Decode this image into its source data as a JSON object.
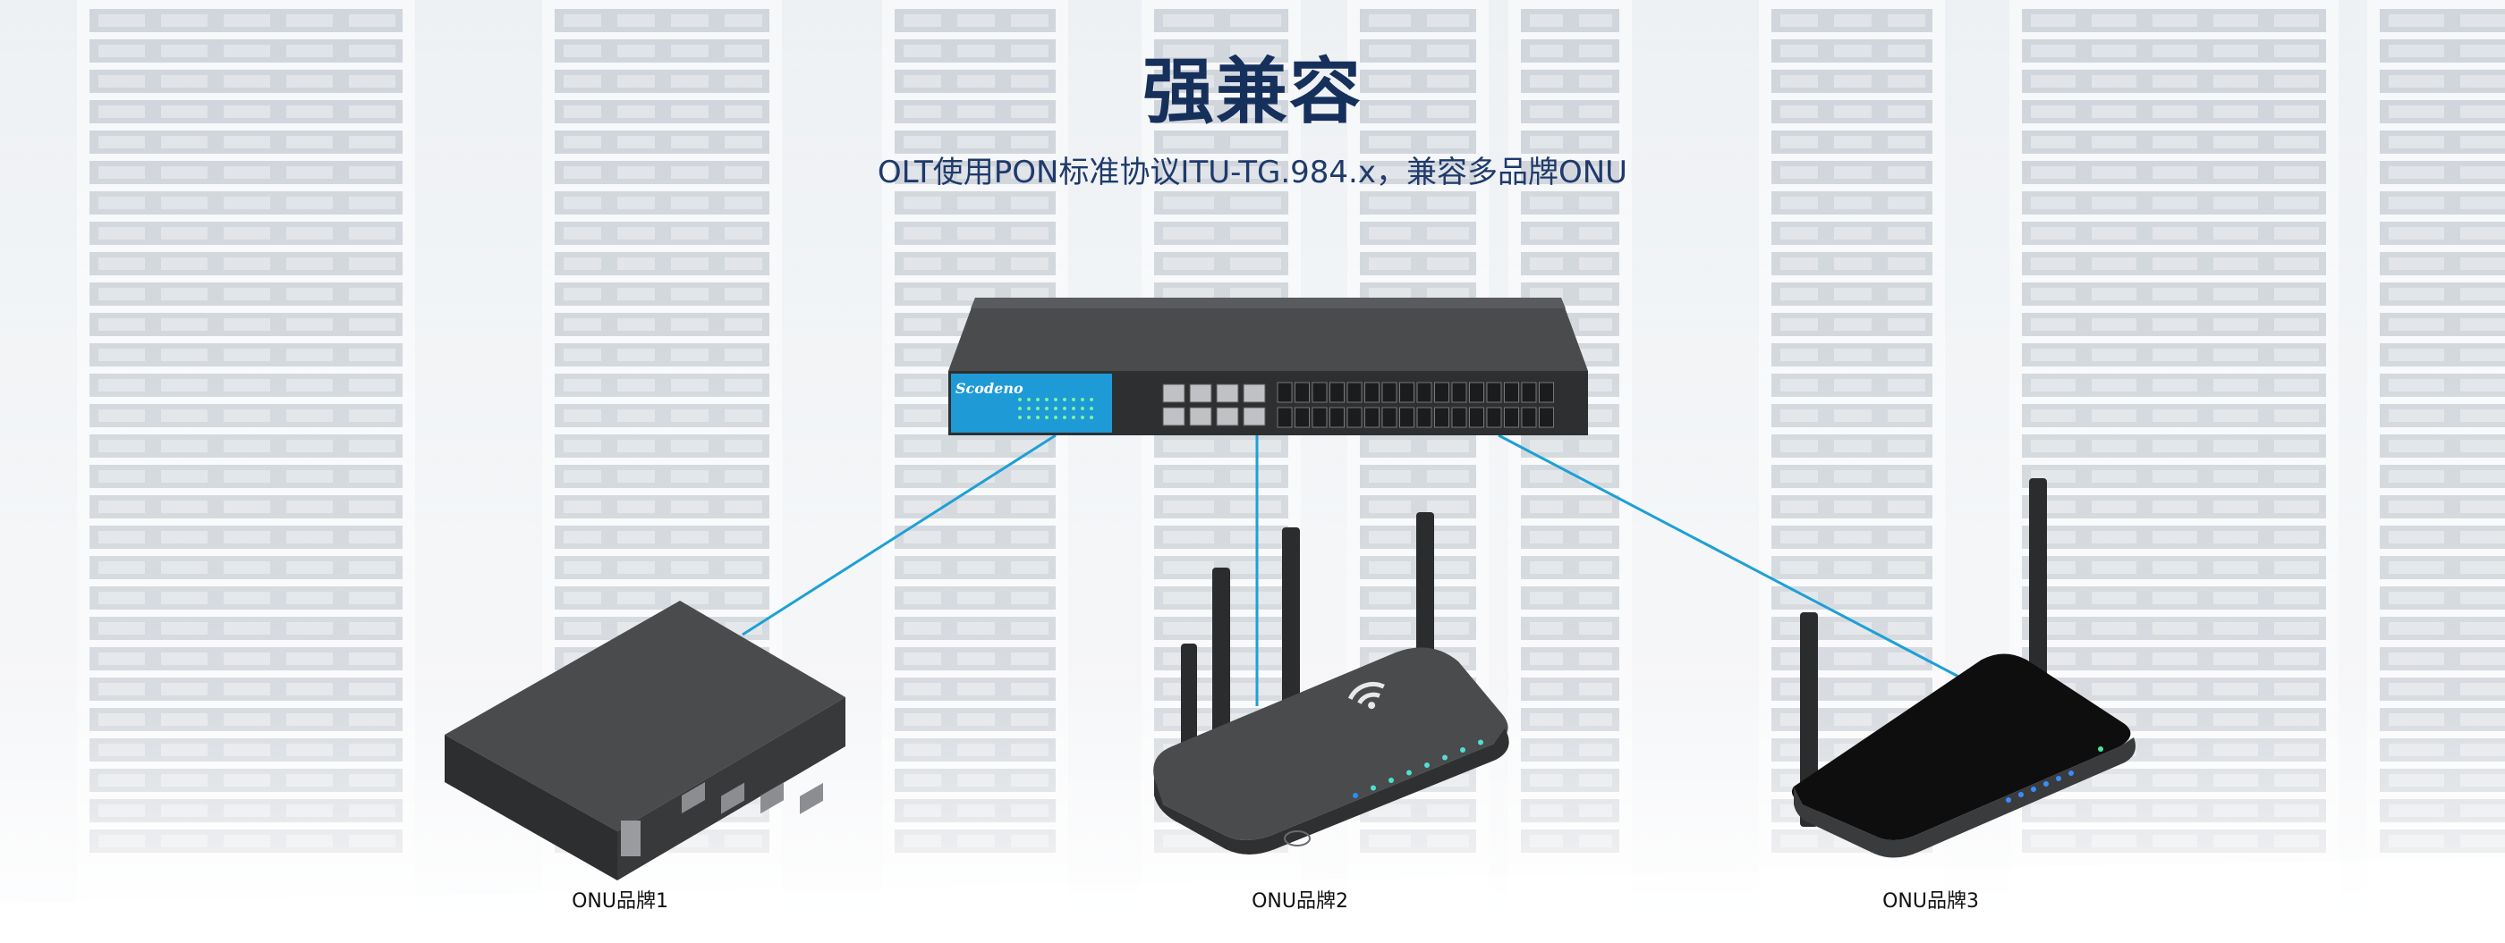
{
  "header": {
    "title": "强兼容",
    "subtitle": "OLT使用PON标准协议ITU-TG.984.x，兼容多品牌ONU"
  },
  "olt": {
    "brand": "Scodeno"
  },
  "onus": [
    {
      "label": "ONU品牌1"
    },
    {
      "label": "ONU品牌2"
    },
    {
      "label": "ONU品牌3"
    }
  ],
  "colors": {
    "title": "#16305c",
    "link_line": "#1ea0d6",
    "olt_panel": "#1e9ad6",
    "device_body": "#3a3b3d"
  }
}
